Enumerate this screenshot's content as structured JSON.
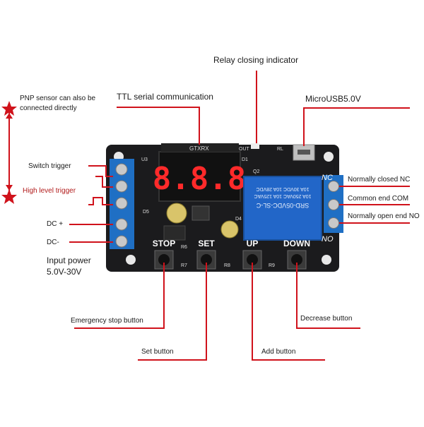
{
  "callouts": {
    "relay_indicator": "Relay closing indicator",
    "ttl_serial": "TTL serial communication",
    "micro_usb": "MicroUSB5.0V",
    "pnp_sensor_line1": "PNP sensor can also be",
    "pnp_sensor_line2": "connected directly",
    "switch_trigger": "Switch trigger",
    "high_level_trigger": "High level trigger",
    "dc_plus": "DC +",
    "dc_minus": "DC-",
    "input_power_line1": "Input power",
    "input_power_line2": "5.0V-30V",
    "normally_closed": "Normally closed NC",
    "common_end": "Common end COM",
    "normally_open": "Normally open end NO",
    "emergency_stop": "Emergency stop button",
    "set_button": "Set button",
    "add_button": "Add button",
    "decrease_button": "Decrease button"
  },
  "board": {
    "display_text": "8.8.8",
    "button_labels": [
      "STOP",
      "SET",
      "UP",
      "DOWN"
    ],
    "relay_side_nc": "NC",
    "relay_side_no": "NO",
    "relay_body": [
      "SRD-05VDC-SL-C",
      "10A 250VAC  10A 125VAC",
      "10A 30VDC  10A 28VDC"
    ],
    "header_label": "GTXRX",
    "out_label": "OUT",
    "d1_label": "D1",
    "q2_label": "Q2",
    "rl_label": "RL",
    "u3_label": "U3",
    "d5_label": "D5",
    "d4_label": "D4",
    "button_refs": [
      "R6",
      "R7",
      "R8",
      "R9"
    ]
  },
  "colors": {
    "leader_line": "#d0121b",
    "pcb": "#1b1b1d",
    "terminal_blue": "#1f6fc4",
    "relay_blue": "#2266c8",
    "display_red": "#ff2a2a"
  }
}
